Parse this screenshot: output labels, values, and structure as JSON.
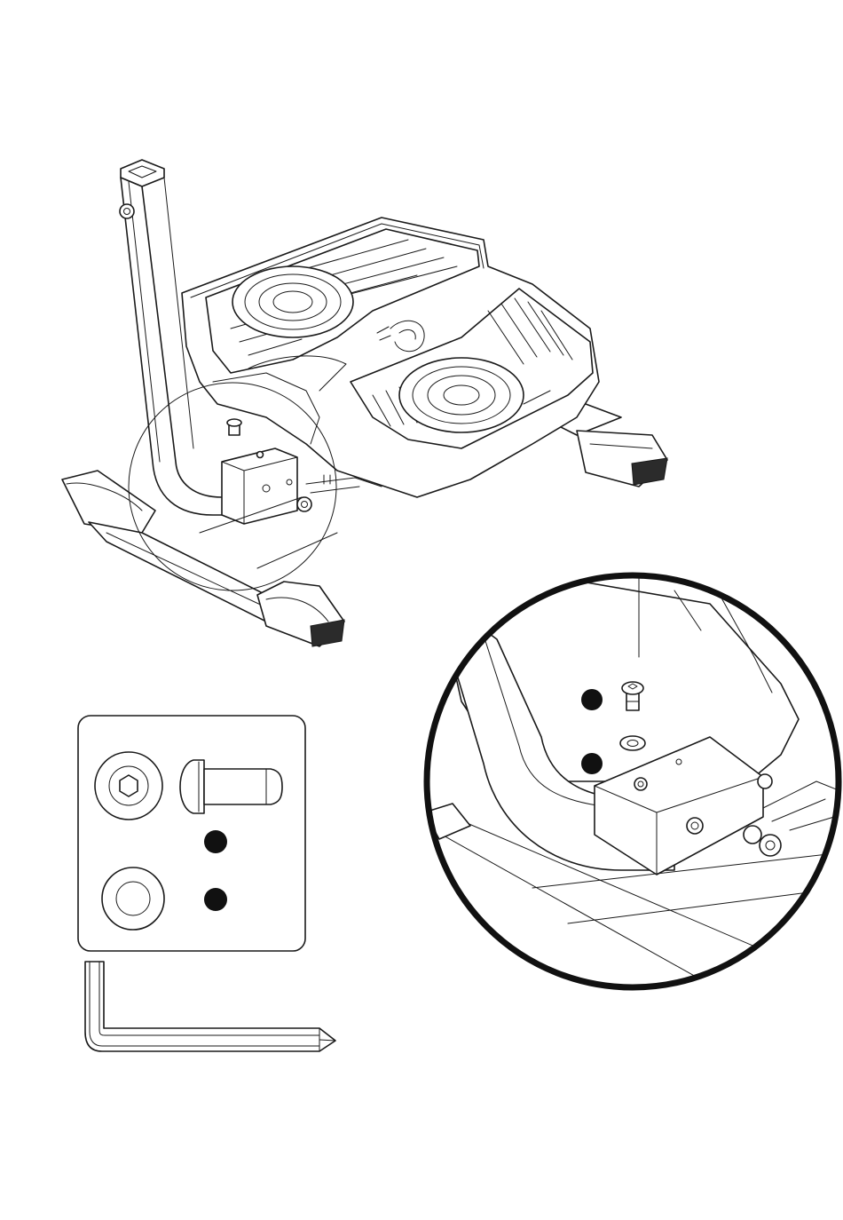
{
  "diagram": {
    "main_view": "stepper-base-assembly",
    "callout": {
      "shape": "circle",
      "stroke_color": "#111111"
    },
    "hardware_panel": {
      "items": [
        {
          "part": "button-head-bolt",
          "marker": "filled-dot"
        },
        {
          "part": "washer",
          "marker": "filled-dot"
        }
      ]
    },
    "tool": "allen-wrench",
    "colors": {
      "line": "#1a1a1a",
      "marker": "#111111",
      "background": "#ffffff"
    }
  }
}
